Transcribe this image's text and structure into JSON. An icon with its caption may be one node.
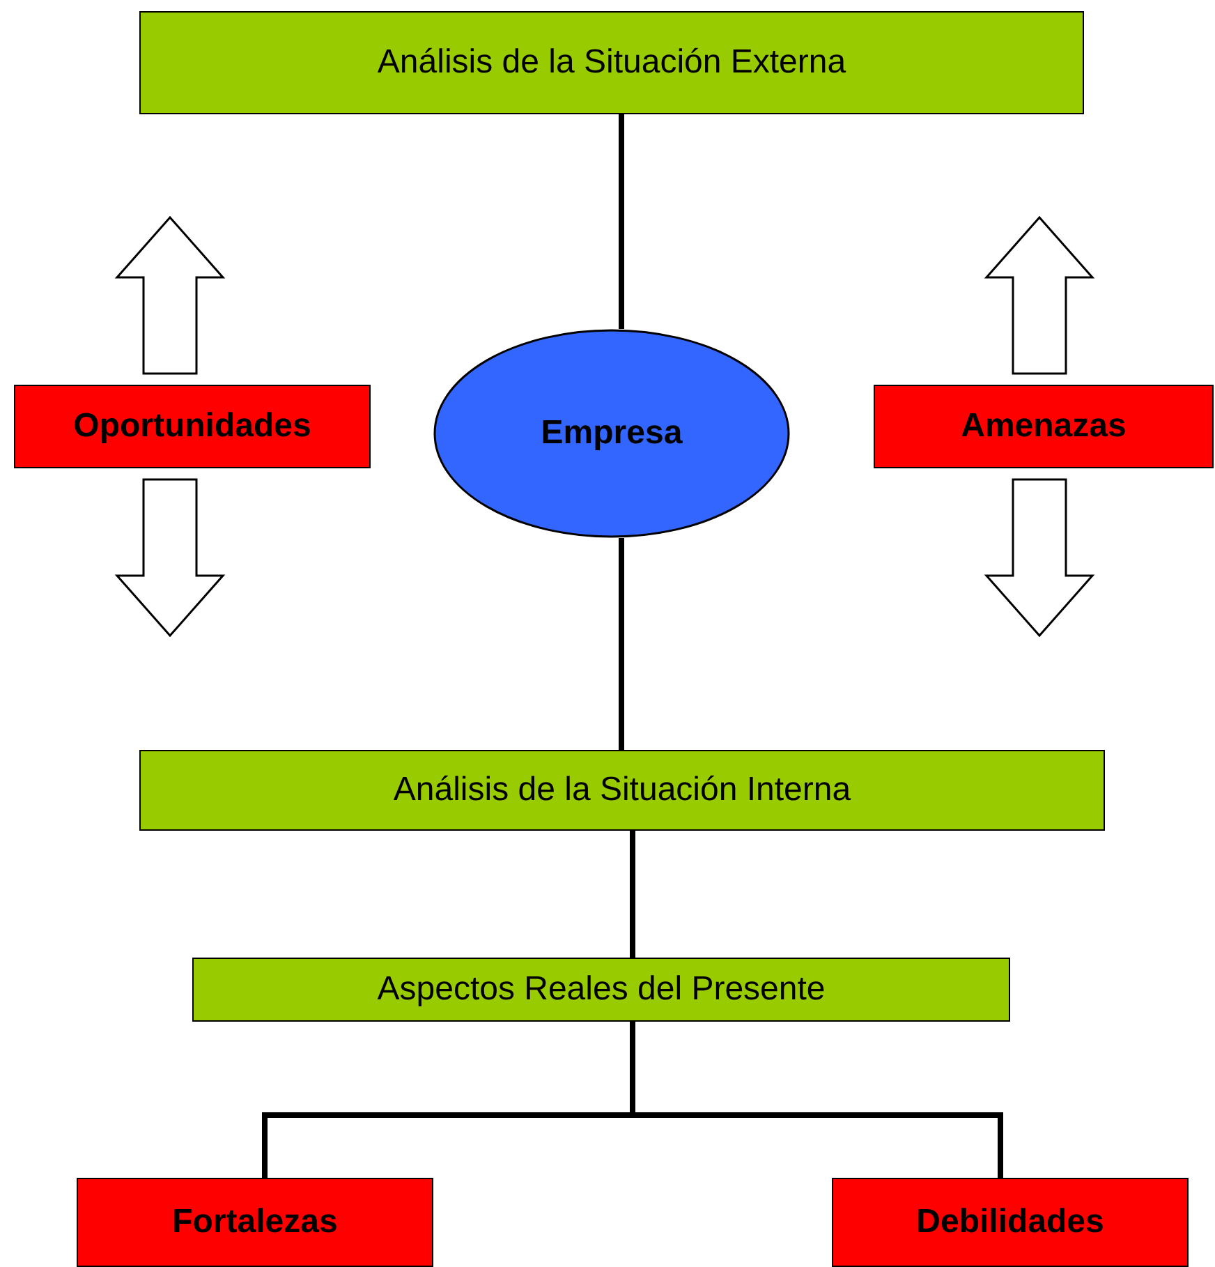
{
  "diagram": {
    "nodes": [
      {
        "text": [
          "Análisis de la Situación Externa"
        ]
      },
      {
        "text": [
          "Oportunidades"
        ]
      },
      {
        "text": [
          "Empresa"
        ]
      },
      {
        "text": [
          "Amenazas"
        ]
      },
      {
        "text": [
          "Análisis de la Situación Interna"
        ]
      },
      {
        "text": [
          "Aspectos Reales del Presente"
        ]
      },
      {
        "text": [
          "Fortalezas"
        ]
      },
      {
        "text": [
          "Debilidades"
        ]
      }
    ],
    "edges": [
      {
        "from": 0,
        "to": 2,
        "arrow": "none"
      },
      {
        "from": 2,
        "to": 4,
        "arrow": "none"
      },
      {
        "from": 4,
        "to": 5,
        "arrow": "none"
      },
      {
        "from": 5,
        "to": 6,
        "arrow": "none"
      },
      {
        "from": 5,
        "to": 7,
        "arrow": "none"
      },
      {
        "from": 1,
        "to": null,
        "arrow": "to"
      },
      {
        "from": 1,
        "to": null,
        "arrow": "to"
      },
      {
        "from": 3,
        "to": null,
        "arrow": "to"
      },
      {
        "from": 3,
        "to": null,
        "arrow": "to"
      }
    ]
  }
}
